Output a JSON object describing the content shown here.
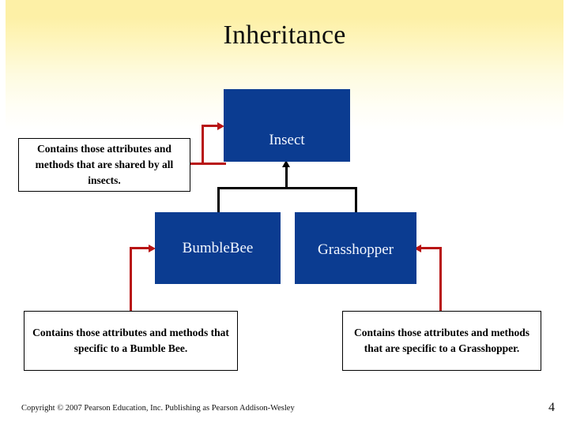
{
  "slide": {
    "title": "Inheritance",
    "background_top_color": "#fdf0a6",
    "background_bottom_color": "#ffffff",
    "class_box_color": "#0b3c91",
    "class_box_text_color": "#f2f7ff",
    "note_border_color": "#000000",
    "red_connector_color": "#b81414",
    "black_connector_color": "#000000"
  },
  "diagram": {
    "classes": [
      {
        "id": "insect",
        "label": "Insect"
      },
      {
        "id": "bumblebee",
        "label": "BumbleBee"
      },
      {
        "id": "grasshopper",
        "label": "Grasshopper"
      }
    ],
    "notes": [
      {
        "id": "note-insect",
        "text": "Contains those attributes and methods that are shared by all insects.",
        "points_to": "Insect"
      },
      {
        "id": "note-bumblebee",
        "text": "Contains those attributes and methods that specific to a Bumble Bee.",
        "points_to": "BumbleBee"
      },
      {
        "id": "note-grasshopper",
        "text": "Contains those attributes and methods that are specific to a Grasshopper.",
        "points_to": "Grasshopper"
      }
    ]
  },
  "footer": {
    "copyright": "Copyright © 2007 Pearson Education, Inc. Publishing as Pearson Addison-Wesley",
    "page_number": "4"
  }
}
